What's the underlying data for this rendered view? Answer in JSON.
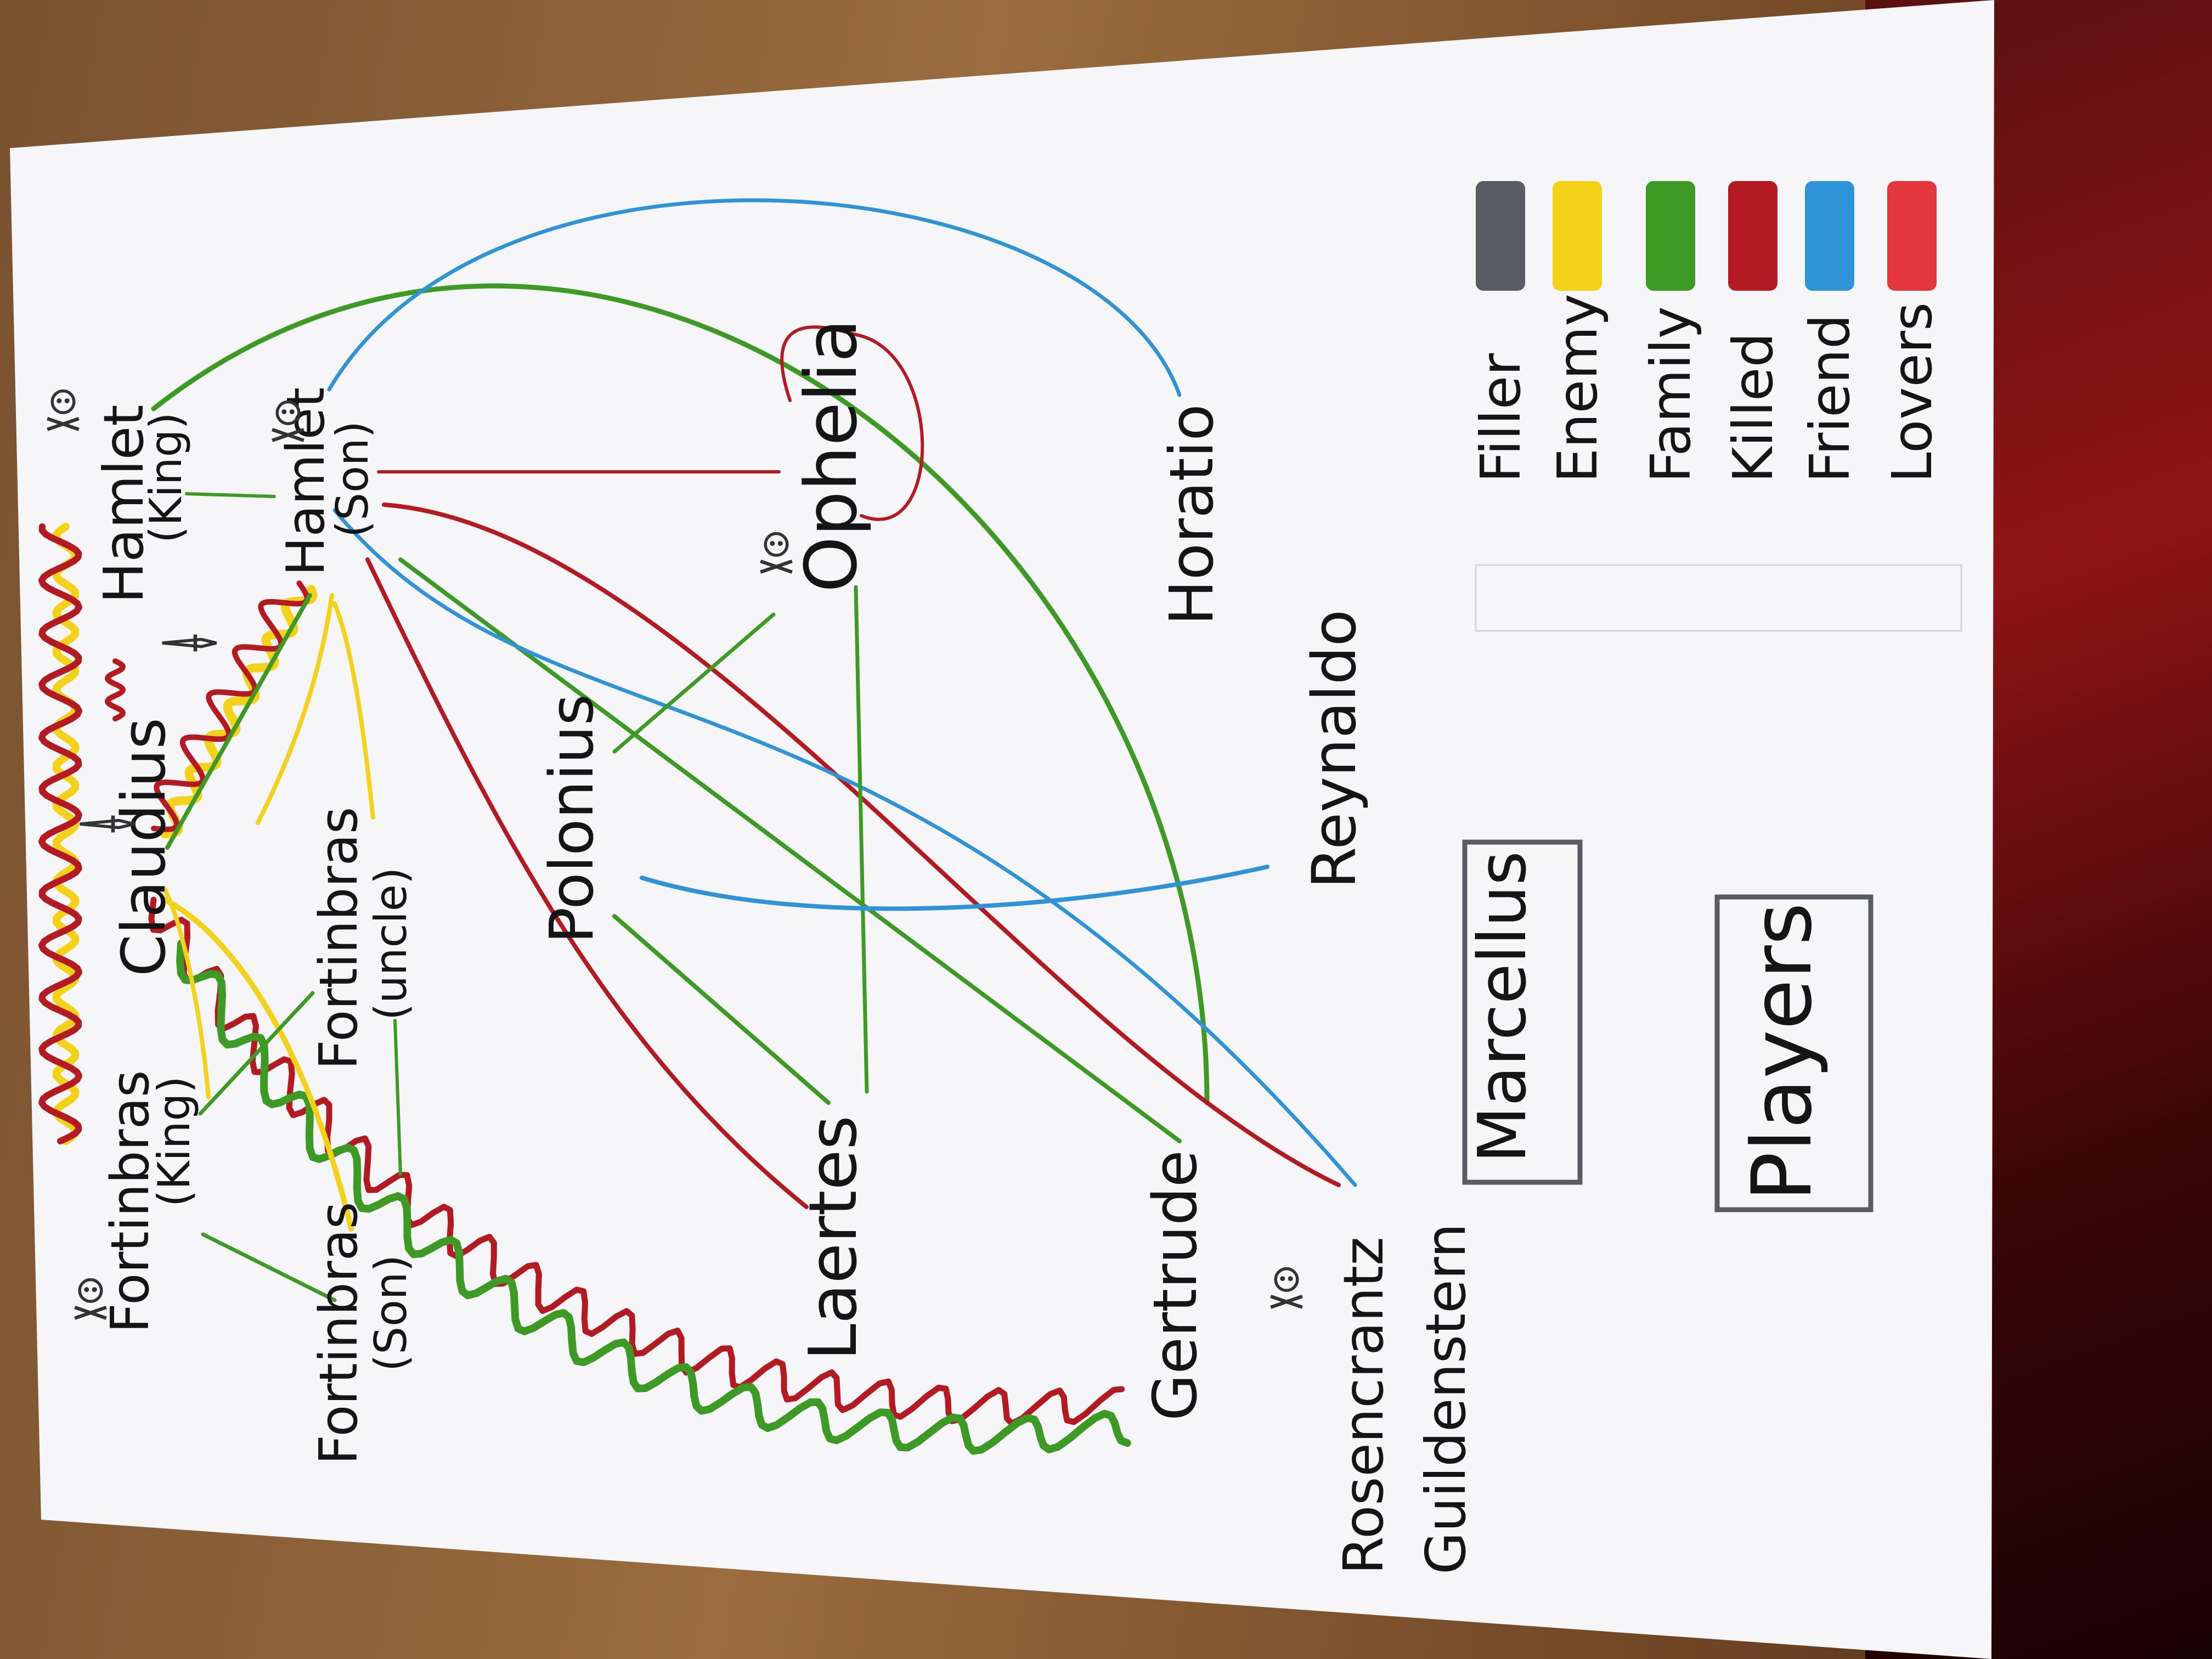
{
  "colors": {
    "Filler": "#5a5c63",
    "Enemy": "#f4d21a",
    "Family": "#3d9a25",
    "Killed": "#b31a22",
    "Friend": "#2f93d8",
    "Lovers": "#e2373d",
    "paper": "#f6f5f7",
    "ink": "#151515"
  },
  "characters": {
    "fortinbras_king_1": "Fortinbras",
    "fortinbras_king_2": "(King)",
    "fortinbras_son_1": "Fortinbras",
    "fortinbras_son_2": "(Son)",
    "claudius": "Claudius",
    "fortinbras_uncle_1": "Fortinbras",
    "fortinbras_uncle_2": "(uncle)",
    "hamlet_king_1": "Hamlet",
    "hamlet_king_2": "(King)",
    "hamlet_son_1": "Hamlet",
    "hamlet_son_2": "(Son)",
    "polonius": "Polonius",
    "laertes": "Laertes",
    "gertrude": "Gertrude",
    "ophelia": "Ophelia",
    "horatio": "Horatio",
    "reynaldo": "Reynaldo",
    "rosencrantz": "Rosencrantz",
    "guildenstern": "Guildenstern",
    "marcellus": "Marcellus",
    "players": "Players"
  },
  "legend": [
    {
      "label": "Filler",
      "color_key": "Filler"
    },
    {
      "label": "Enemy",
      "color_key": "Enemy"
    },
    {
      "label": "Family",
      "color_key": "Family"
    },
    {
      "label": "Killed",
      "color_key": "Killed"
    },
    {
      "label": "Friend",
      "color_key": "Friend"
    },
    {
      "label": "Lovers",
      "color_key": "Lovers"
    }
  ],
  "icons": {
    "dead_marker": "skull-and-crossbones-icon",
    "crown_marker": "dagger-icon"
  }
}
